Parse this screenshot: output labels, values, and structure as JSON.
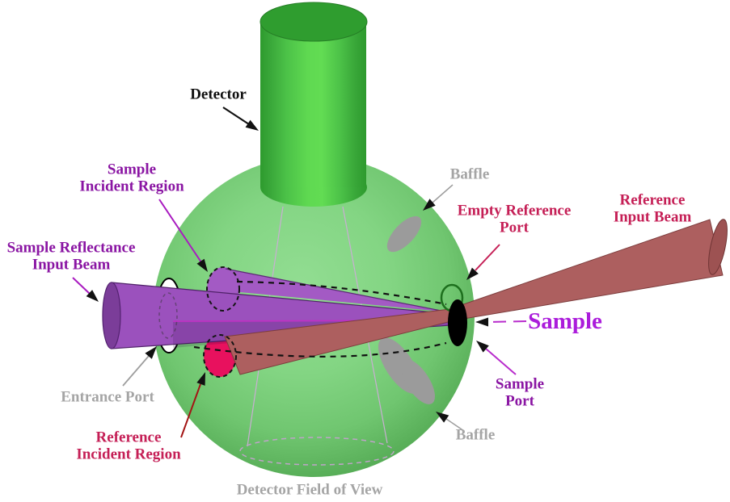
{
  "labels": {
    "detector": "Detector",
    "sample_incident_region": [
      "Sample",
      "Incident Region"
    ],
    "sample_reflectance_input_beam": [
      "Sample Reflectance",
      "Input Beam"
    ],
    "entrance_port": "Entrance Port",
    "reference_incident_region": [
      "Reference",
      "Incident Region"
    ],
    "baffle_top": "Baffle",
    "empty_reference_port": [
      "Empty Reference",
      "Port"
    ],
    "reference_input_beam": [
      "Reference",
      "Input Beam"
    ],
    "sample": "Sample",
    "sample_port": [
      "Sample",
      "Port"
    ],
    "baffle_bottom": "Baffle",
    "detector_field_of_view": "Detector Field of View"
  },
  "colors": {
    "sphere_green": "#7ccf7c",
    "cylinder_green": "#4fc54a",
    "beam_purple": "#9b51bd",
    "beam_red": "#ad5f5f",
    "pink": "#e8115e",
    "baffle_gray": "#9b9b9b",
    "label_purple": "#8a15a3",
    "label_crimson": "#c51f56",
    "label_gray": "#a5a5a5",
    "sample_magenta": "#ab1cdb"
  }
}
